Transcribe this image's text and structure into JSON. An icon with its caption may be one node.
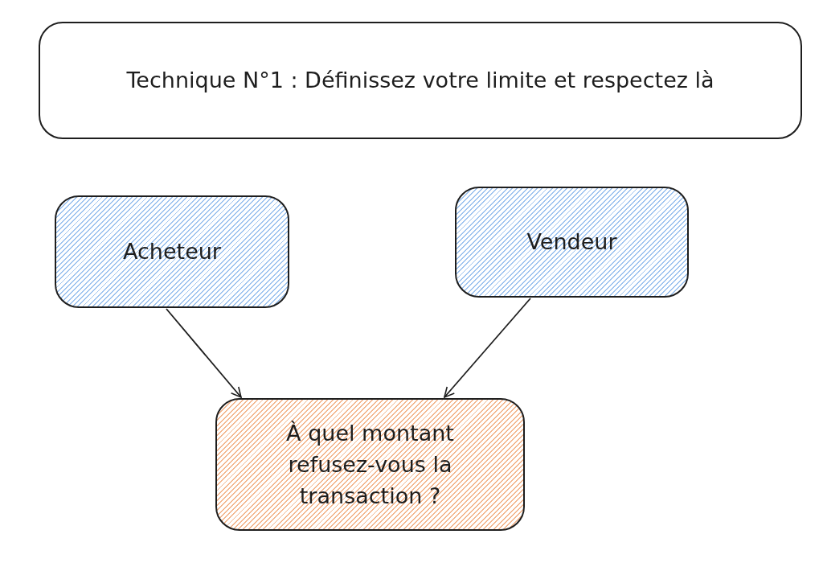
{
  "diagram": {
    "nodes": [
      {
        "text": [
          "Technique N°1 : Définissez votre limite et respectez là"
        ]
      },
      {
        "text": [
          "Acheteur"
        ]
      },
      {
        "text": [
          "Vendeur"
        ]
      },
      {
        "text": [
          "À quel montant refusez-vous la transaction ?"
        ]
      }
    ],
    "edges": [
      {
        "from": 1,
        "to": 3,
        "arrow": "to"
      },
      {
        "from": 2,
        "to": 3,
        "arrow": "to"
      }
    ]
  }
}
